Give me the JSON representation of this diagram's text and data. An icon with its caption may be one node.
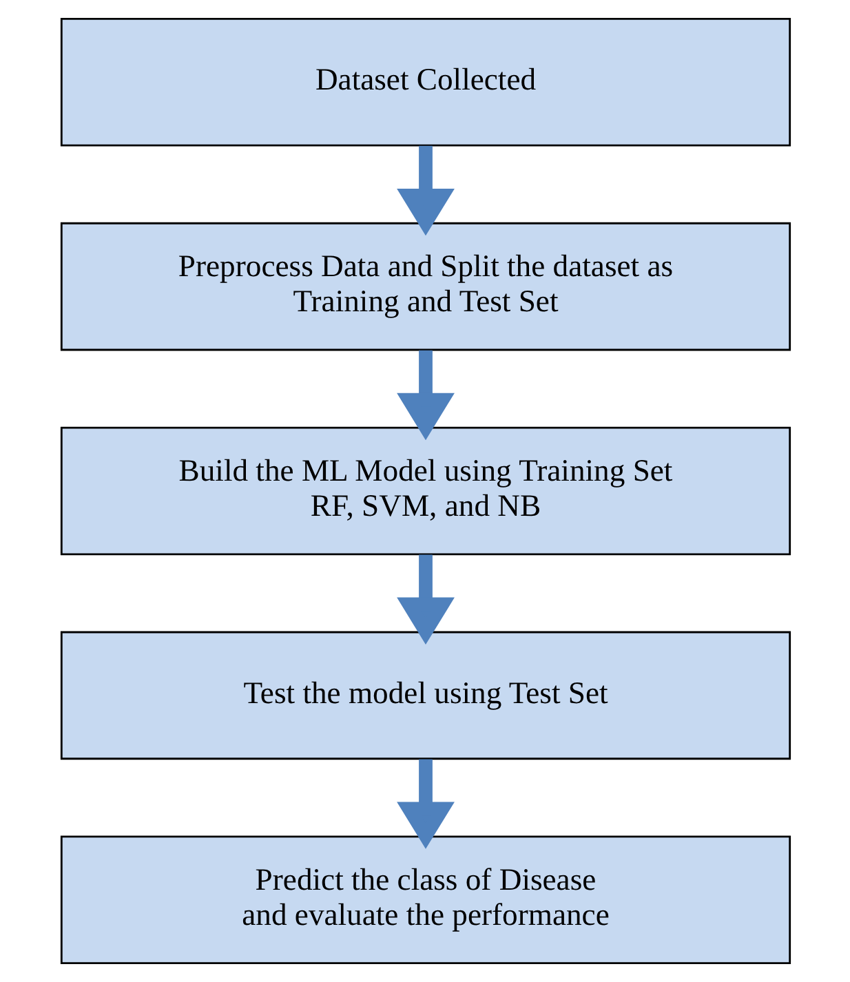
{
  "diagram": {
    "nodes": [
      {
        "text": [
          "Dataset Collected"
        ]
      },
      {
        "text": [
          "Preprocess Data and Split the dataset as Training and Test Set"
        ]
      },
      {
        "text": [
          "Build the ML Model using Training Set RF, SVM, and NB"
        ]
      },
      {
        "text": [
          "Test the model using Test Set"
        ]
      },
      {
        "text": [
          "Predict the class of Disease and evaluate the performance"
        ]
      }
    ],
    "edges": [
      {
        "from": 0,
        "to": 1,
        "arrow": "to"
      },
      {
        "from": 1,
        "to": 2,
        "arrow": "to"
      },
      {
        "from": 2,
        "to": 3,
        "arrow": "to"
      },
      {
        "from": 3,
        "to": 4,
        "arrow": "to"
      }
    ]
  }
}
